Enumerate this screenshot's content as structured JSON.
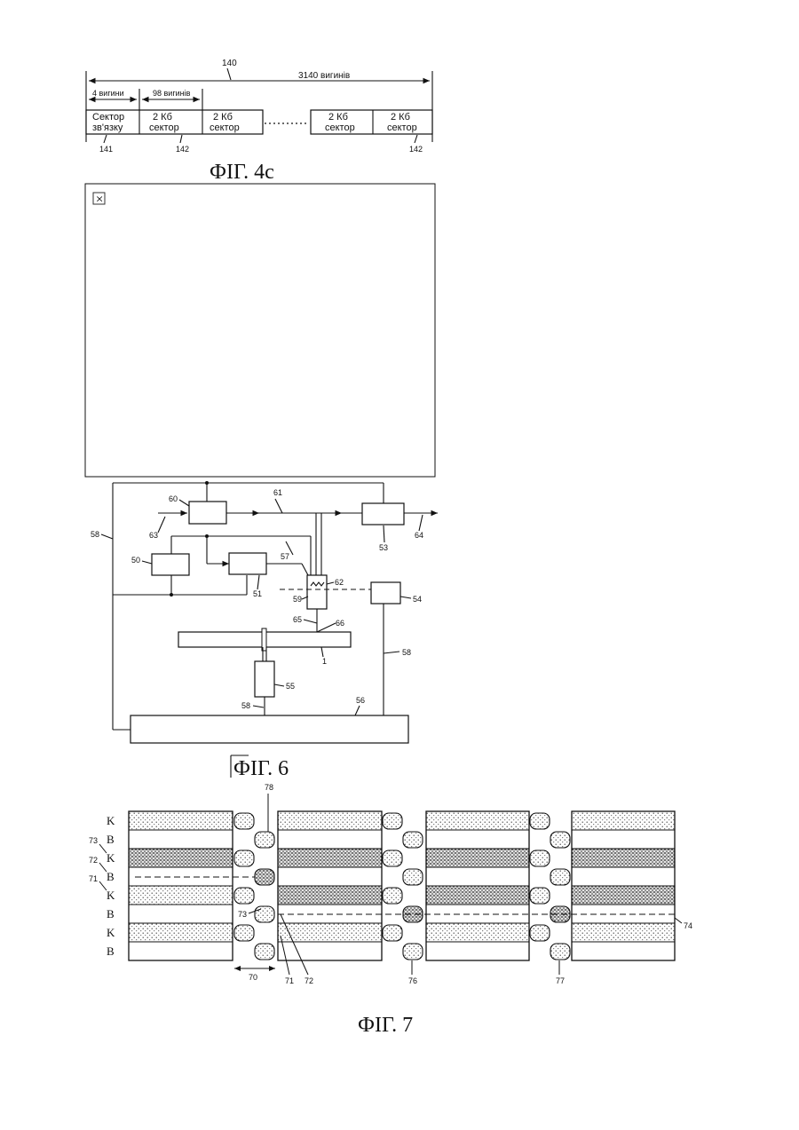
{
  "fig4c": {
    "caption": "ФІГ. 4с",
    "ref_total": "140",
    "total_length": "3140 вигинів",
    "left_length": "4 вигини",
    "mid_length": "98 вигинів",
    "sector_link_line1": "Сектор",
    "sector_link_line2": "зв'язку",
    "sector_2kb_line1": "2 Кб",
    "sector_2kb_line2": "сектор",
    "ref_141": "141",
    "ref_142a": "142",
    "ref_142b": "142"
  },
  "placeholder": {
    "icon": "broken-image-icon",
    "glyph": "×"
  },
  "fig6": {
    "caption": "ФІГ. 6",
    "refs": {
      "r60": "60",
      "r61": "61",
      "r63": "63",
      "r53": "53",
      "r64": "64",
      "r58a": "58",
      "r57": "57",
      "r50": "50",
      "r51": "51",
      "r62": "62",
      "r59": "59",
      "r54": "54",
      "r65": "65",
      "r66": "66",
      "r1": "1",
      "r58b": "58",
      "r55": "55",
      "r58c": "58",
      "r56": "56"
    }
  },
  "fig7": {
    "caption": "ФІГ. 7",
    "row_labels": [
      "K",
      "B",
      "K",
      "B",
      "K",
      "B",
      "K",
      "B"
    ],
    "side_refs": {
      "r73": "73",
      "r72": "72",
      "r71": "71"
    },
    "refs": {
      "r78": "78",
      "r73": "73",
      "r74": "74",
      "r70": "70",
      "r71": "71",
      "r72": "72",
      "r76": "76",
      "r77": "77"
    }
  }
}
